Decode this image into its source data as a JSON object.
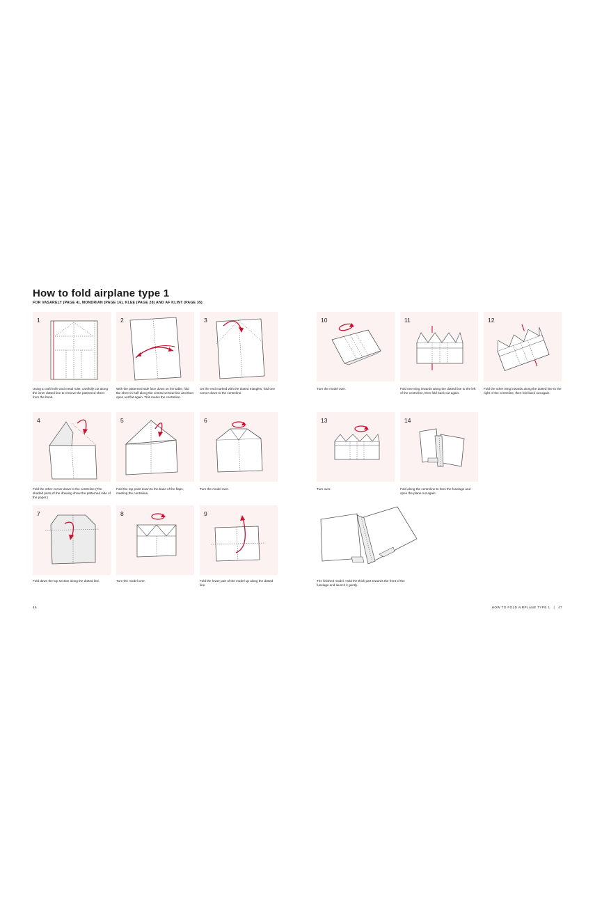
{
  "page": {
    "title": "How to fold airplane type 1",
    "subtitle": "FOR VASARELY (PAGE 4), MONDRIAN (PAGE 16), KLEE (PAGE 28) AND AF KLINT (PAGE 35)",
    "left_folio": "46",
    "right_folio": "HOW TO FOLD AIRPLANE TYPE 1   |   47"
  },
  "colors": {
    "accent": "#c8102e",
    "panel_bg": "#fdf2f2",
    "line": "#555555"
  },
  "steps": [
    {
      "num": "1",
      "caption": "Using a craft knife and metal ruler, carefully cut along the inner dotted line to remove the patterned sheet from the book."
    },
    {
      "num": "2",
      "caption": "With the patterned side face down on the table, fold the sheet in half along the central vertical line and then open out flat again. This marks the centreline."
    },
    {
      "num": "3",
      "caption": "On the end marked with the dotted triangles, fold one corner down to the centreline."
    },
    {
      "num": "4",
      "caption": "Fold the other corner down to the centreline (The shaded parts of the drawing show the patterned side of the paper.)"
    },
    {
      "num": "5",
      "caption": "Fold the top point down to the base of the flaps, meeting the centreline."
    },
    {
      "num": "6",
      "caption": "Turn the model over."
    },
    {
      "num": "7",
      "caption": "Fold down the top section along the dotted line."
    },
    {
      "num": "8",
      "caption": "Turn the model over."
    },
    {
      "num": "9",
      "caption": "Fold the lower part of the model up along the dotted line."
    },
    {
      "num": "10",
      "caption": "Turn the model over."
    },
    {
      "num": "11",
      "caption": "Fold one wing inwards along the dotted line to the left of the centreline, then fold back out again."
    },
    {
      "num": "12",
      "caption": "Fold the other wing inwards along the dotted line to the right of the centreline, then fold back out again."
    },
    {
      "num": "13",
      "caption": "Turn over."
    },
    {
      "num": "14",
      "caption": "Fold along the centreline to form the fuselage and open the plane out again."
    }
  ],
  "final": {
    "caption": "The finished model. Hold the thick part towards the front of the fuselage and launch it gently."
  }
}
